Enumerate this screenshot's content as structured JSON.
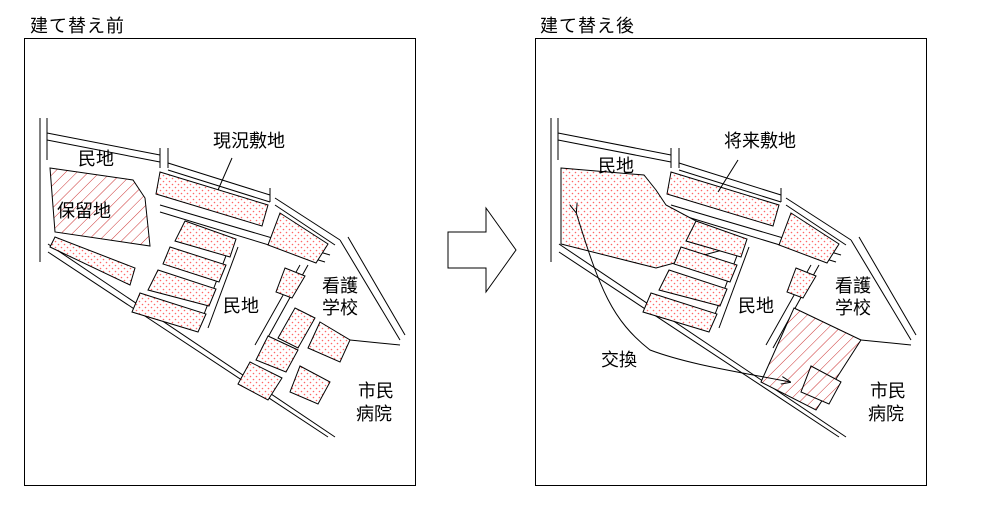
{
  "before": {
    "title": "建て替え前",
    "labels": {
      "minchi_top": "民地",
      "current_site": "現況敷地",
      "reserved_land": "保留地",
      "minchi_mid": "民地",
      "nursing_school_1": "看護",
      "nursing_school_2": "学校",
      "city_hospital_1": "市民",
      "city_hospital_2": "病院"
    }
  },
  "after": {
    "title": "建て替え後",
    "labels": {
      "minchi_top": "民地",
      "future_site": "将来敷地",
      "minchi_mid": "民地",
      "nursing_school_1": "看護",
      "nursing_school_2": "学校",
      "city_hospital_1": "市民",
      "city_hospital_2": "病院",
      "exchange": "交換"
    }
  },
  "colors": {
    "dot_fill": "#ff6666",
    "hatch": "#cc3333",
    "line": "#000000"
  }
}
